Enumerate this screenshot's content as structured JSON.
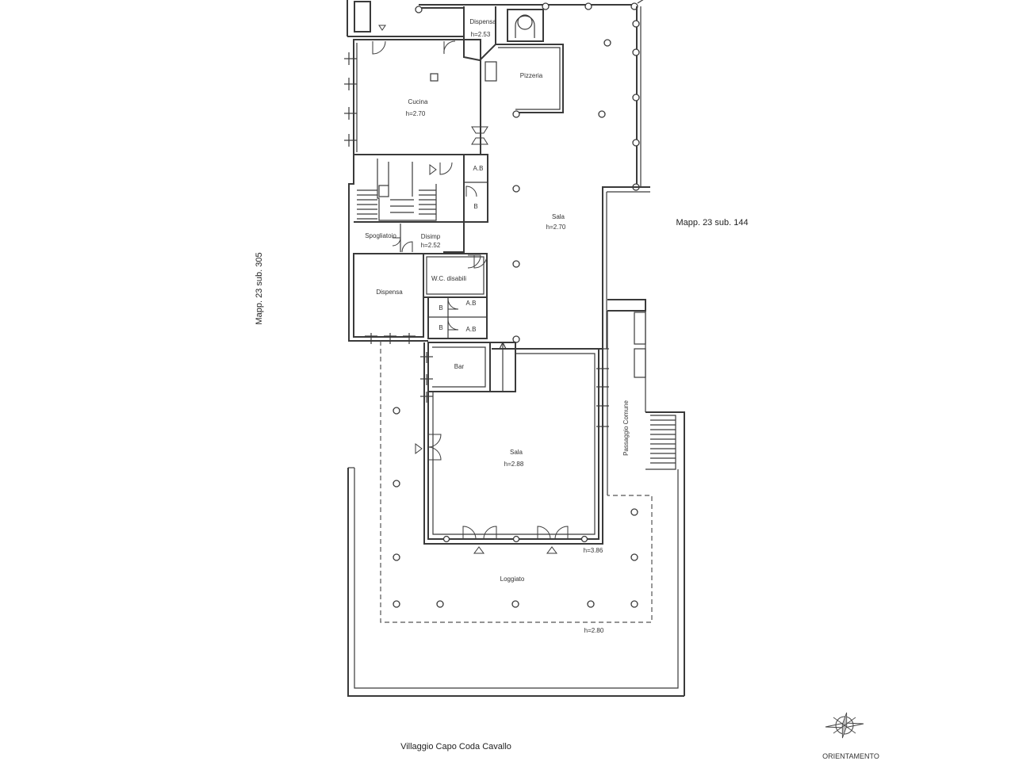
{
  "plan": {
    "rooms": {
      "dispensa_top": "Dispensa",
      "dispensa_top_h": "h=2.53",
      "pizzeria": "Pizzeria",
      "cucina": "Cucina",
      "cucina_h": "h=2.70",
      "ab1": "A.B",
      "b1": "B",
      "sala_main": "Sala",
      "sala_main_h": "h=2.70",
      "spogliatoio": "Spogliatoio",
      "disimp": "Disimp",
      "disimp_h": "h=2.52",
      "wc": "W.C. disabili",
      "dispensa_left": "Dispensa",
      "ab2": "A.B",
      "b2": "B",
      "ab3": "A.B",
      "b3": "B",
      "bar": "Bar",
      "sala_lower": "Sala",
      "sala_lower_h": "h=2.88",
      "passaggio": "Passaggio Comune",
      "h_loggiato_edge": "h=3.86",
      "loggiato": "Loggiato",
      "loggiato_h": "h=2.80"
    },
    "labels": {
      "mapp_right": "Mapp. 23 sub. 144",
      "mapp_left": "Mapp. 23 sub. 305",
      "villaggio": "Villaggio Capo Coda Cavallo",
      "orientamento": "ORIENTAMENTO"
    }
  }
}
